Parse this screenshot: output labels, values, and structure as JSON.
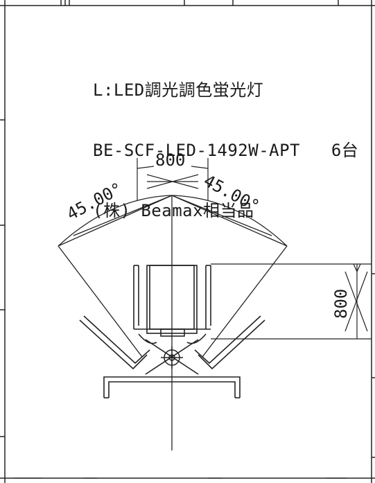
{
  "annotation": {
    "line1": "L:LED調光調色蛍光灯",
    "line2_model": "BE-SCF-LED-1492W-APT",
    "line2_qty": "6台",
    "line3": "(株) Beamax相当品"
  },
  "dimensions": {
    "top_width": "800",
    "left_angle": "45.00°",
    "right_angle": "45.00°",
    "right_height": "800"
  }
}
